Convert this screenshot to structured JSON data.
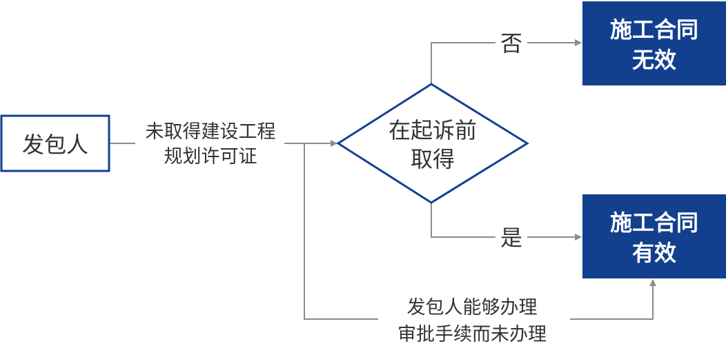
{
  "nodes": {
    "start": {
      "label": "发包人"
    },
    "decision": {
      "line1": "在起诉前",
      "line2": "取得"
    },
    "invalid": {
      "line1": "施工合同",
      "line2": "无效"
    },
    "valid": {
      "line1": "施工合同",
      "line2": "有效"
    }
  },
  "edges": {
    "condition": {
      "line1": "未取得建设工程",
      "line2": "规划许可证"
    },
    "no": {
      "label": "否"
    },
    "yes": {
      "label": "是"
    },
    "fallback": {
      "line1": "发包人能够办理",
      "line2": "审批手续而未办理"
    }
  },
  "colors": {
    "primary": "#12408f",
    "line": "#8c8c8c",
    "text": "#333333"
  }
}
